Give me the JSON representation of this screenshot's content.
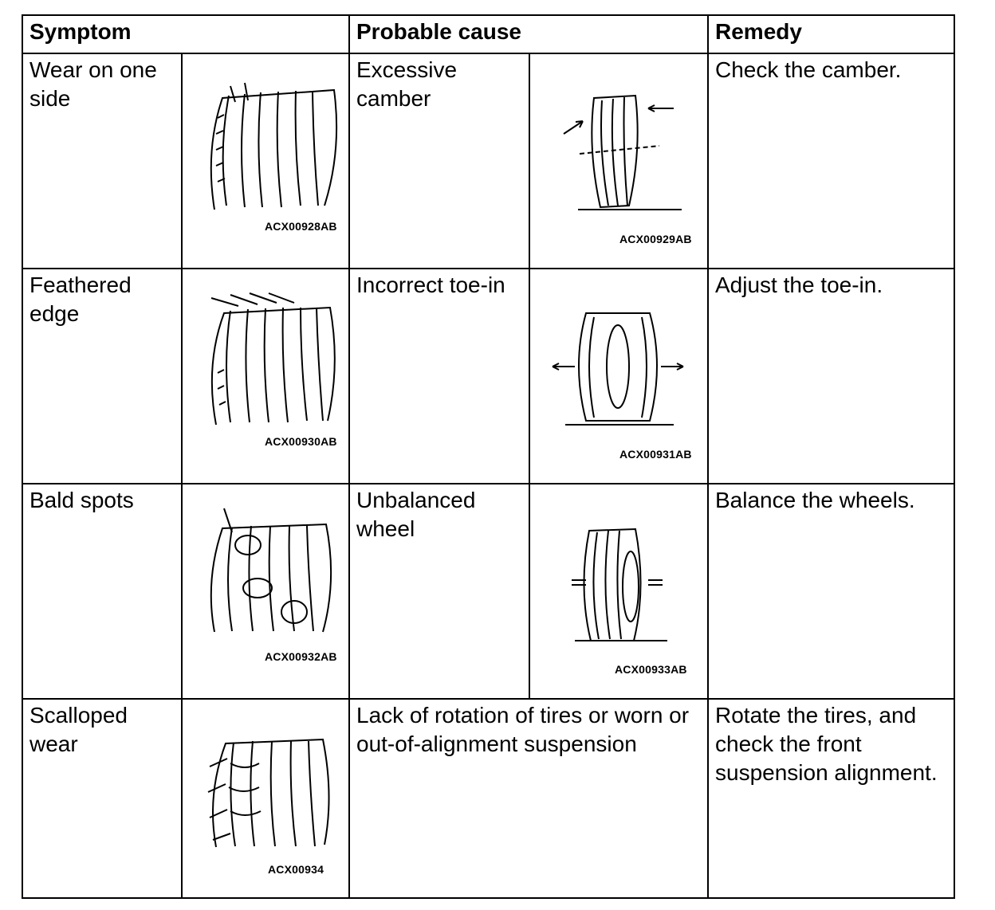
{
  "headers": {
    "symptom": "Symptom",
    "cause": "Probable cause",
    "remedy": "Remedy"
  },
  "rows": [
    {
      "symptom": "Wear on one side",
      "symptom_fig": "ACX00928AB",
      "cause": "Excessive camber",
      "cause_fig": "ACX00929AB",
      "remedy": "Check the camber."
    },
    {
      "symptom": "Feathered edge",
      "symptom_fig": "ACX00930AB",
      "cause": "Incorrect toe-in",
      "cause_fig": "ACX00931AB",
      "remedy": "Adjust the toe-in."
    },
    {
      "symptom": "Bald spots",
      "symptom_fig": "ACX00932AB",
      "cause": "Unbalanced wheel",
      "cause_fig": "ACX00933AB",
      "remedy": "Balance the wheels."
    },
    {
      "symptom": "Scalloped wear",
      "symptom_fig": "ACX00934",
      "cause": "Lack of rotation of tires or worn or out-of-alignment suspension",
      "remedy": "Rotate the tires, and check the front suspension alignment."
    }
  ]
}
